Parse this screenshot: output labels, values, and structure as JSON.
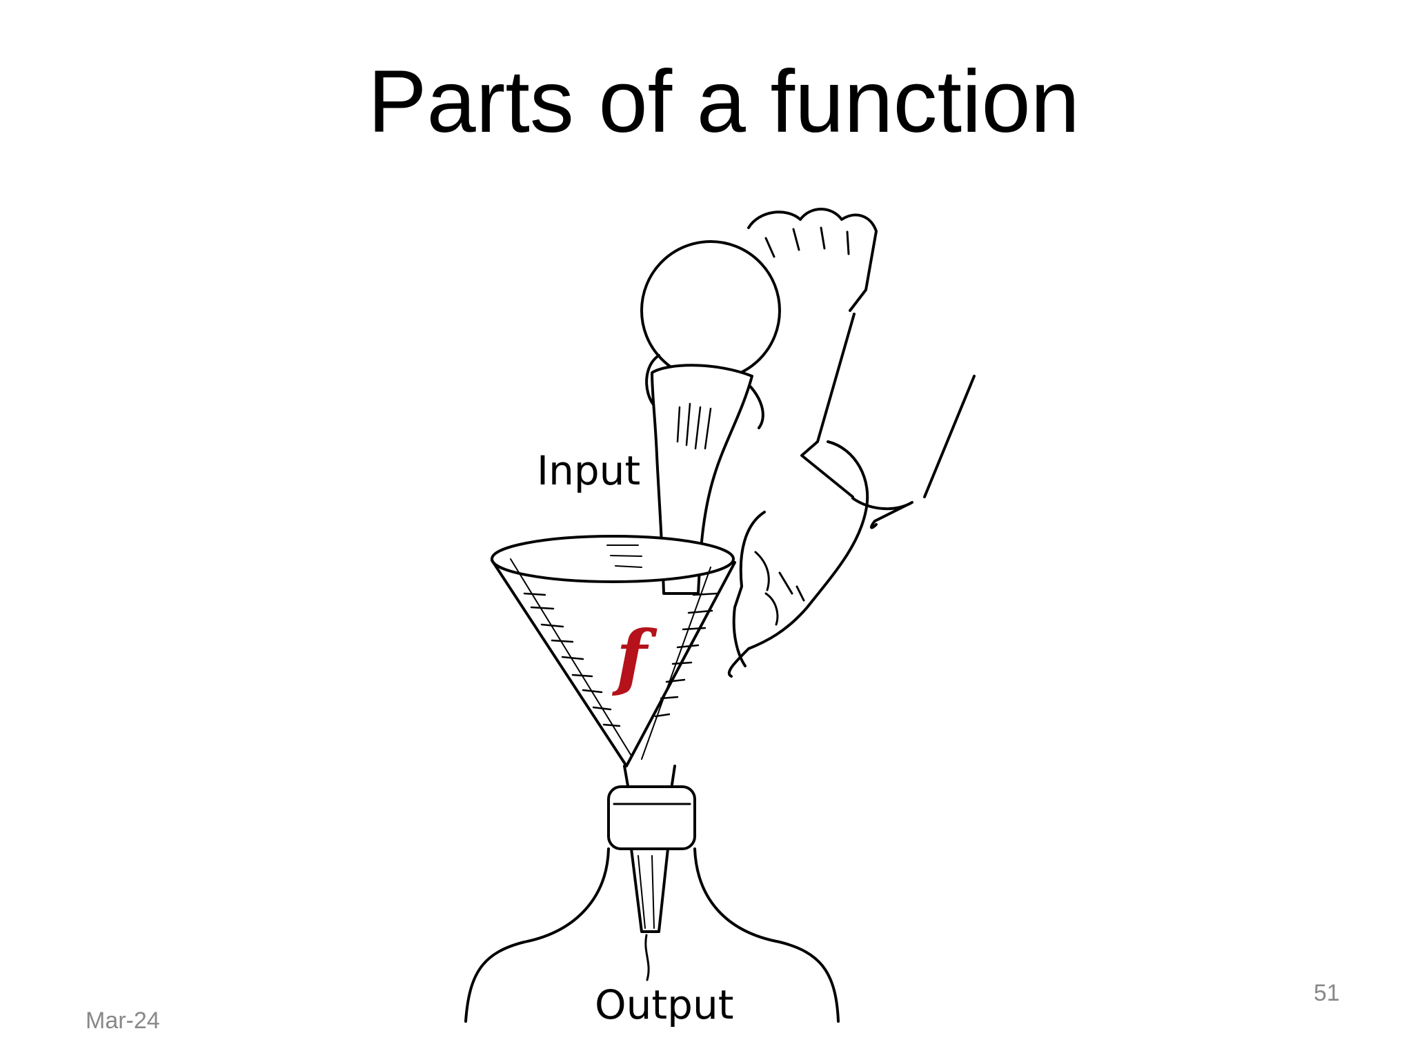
{
  "slide": {
    "title": "Parts of a function",
    "labels": {
      "input": "Input",
      "function_symbol": "f",
      "output": "Output"
    },
    "footer": {
      "date": "Mar-24",
      "page_number": "51"
    }
  },
  "colors": {
    "background": "#ffffff",
    "line_art": "#000000",
    "function_symbol": "#b5121b",
    "footer_text": "#888888"
  },
  "illustration": {
    "subject_icons": [
      "pouring-flask-icon",
      "funnel-icon",
      "hand-icon",
      "bottle-icon"
    ]
  }
}
